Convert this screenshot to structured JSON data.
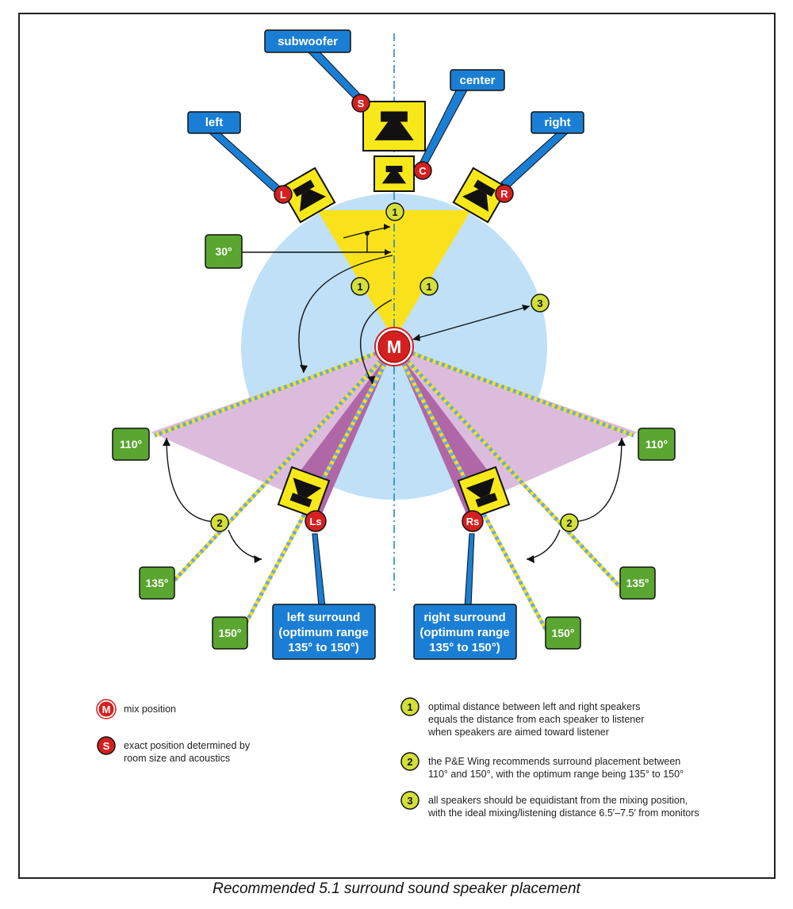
{
  "speakers": {
    "subwoofer": {
      "label": "subwoofer",
      "marker": "S"
    },
    "center": {
      "label": "center",
      "marker": "C"
    },
    "left": {
      "label": "left",
      "marker": "L"
    },
    "right": {
      "label": "right",
      "marker": "R"
    },
    "left_surround": {
      "label_lines": [
        "left surround",
        "(optimum range",
        "135° to 150°)"
      ],
      "marker": "Ls"
    },
    "right_surround": {
      "label_lines": [
        "right surround",
        "(optimum range",
        "135° to 150°)"
      ],
      "marker": "Rs"
    }
  },
  "mix_marker": "M",
  "angles": {
    "front": "30°",
    "left_110": "110°",
    "left_135": "135°",
    "left_150": "150°",
    "right_110": "110°",
    "right_135": "135°",
    "right_150": "150°"
  },
  "numbered_markers": {
    "one": "1",
    "two": "2",
    "three": "3"
  },
  "legend": {
    "mix": {
      "marker": "M",
      "text": "mix position"
    },
    "sub": {
      "marker": "S",
      "lines": [
        "exact position determined by",
        "room size and acoustics"
      ]
    },
    "notes": [
      {
        "marker": "1",
        "lines": [
          "optimal distance between left and right speakers",
          "equals the distance from each speaker to listener",
          "when speakers are aimed toward listener"
        ]
      },
      {
        "marker": "2",
        "lines": [
          "the P&E Wing recommends surround placement between",
          "110° and 150°, with the optimum range being 135° to 150°"
        ]
      },
      {
        "marker": "3",
        "lines": [
          "all speakers should be equidistant from the mixing position,",
          "with the ideal mixing/listening distance 6.5′–7.5′ from monitors"
        ]
      }
    ]
  },
  "caption": "Recommended 5.1 surround sound speaker placement",
  "colors": {
    "callout_blue": "#1a7fd4",
    "angle_green": "#5aa630",
    "marker_red": "#d42020",
    "marker_yellow": "#d4e03a",
    "speaker_yellow": "#f7e81a",
    "circle_blue": "#bfe0f7",
    "front_yellow": "#f9e21b",
    "surround_pink": "#dcbcdc",
    "surround_purple": "#b067a8"
  }
}
